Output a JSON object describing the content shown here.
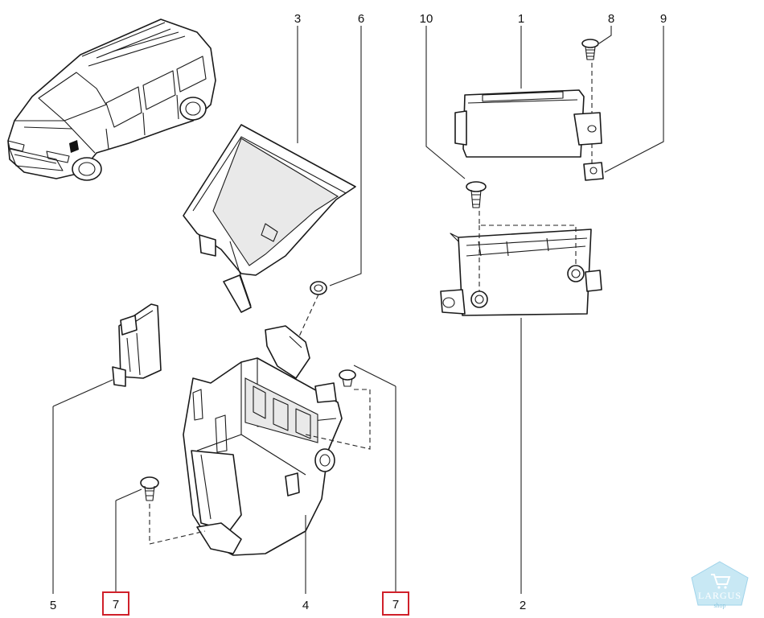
{
  "callouts": [
    {
      "id": "c1",
      "text": "1"
    },
    {
      "id": "c2",
      "text": "2"
    },
    {
      "id": "c3",
      "text": "3"
    },
    {
      "id": "c4",
      "text": "4"
    },
    {
      "id": "c5",
      "text": "5"
    },
    {
      "id": "c6",
      "text": "6"
    },
    {
      "id": "c7a",
      "text": "7"
    },
    {
      "id": "c7b",
      "text": "7"
    },
    {
      "id": "c8",
      "text": "8"
    },
    {
      "id": "c9",
      "text": "9"
    },
    {
      "id": "c10",
      "text": "10"
    }
  ],
  "watermark": {
    "brand": "LARGUS",
    "sub": "shop"
  },
  "colors": {
    "highlight": "#d0202a",
    "line": "#222222",
    "watermark": "#9fd3ea"
  }
}
